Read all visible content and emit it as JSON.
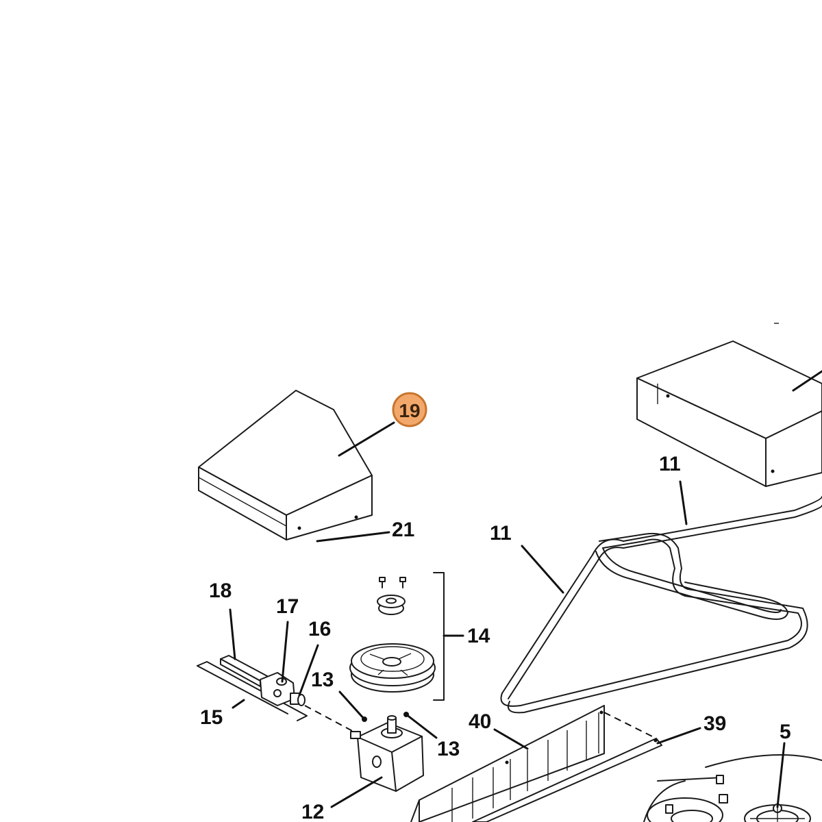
{
  "diagram": {
    "callouts": {
      "c19": "19",
      "c21": "21",
      "c11a": "11",
      "c11b": "11",
      "c18": "18",
      "c17": "17",
      "c16": "16",
      "c14": "14",
      "c13a": "13",
      "c13b": "13",
      "c15": "15",
      "c40": "40",
      "c39": "39",
      "c5": "5",
      "c12": "12"
    },
    "highlighted_callout": "19",
    "colors": {
      "highlight_fill": "#f3a86b",
      "highlight_stroke": "#c8742c",
      "line": "#1a1a1a"
    }
  }
}
